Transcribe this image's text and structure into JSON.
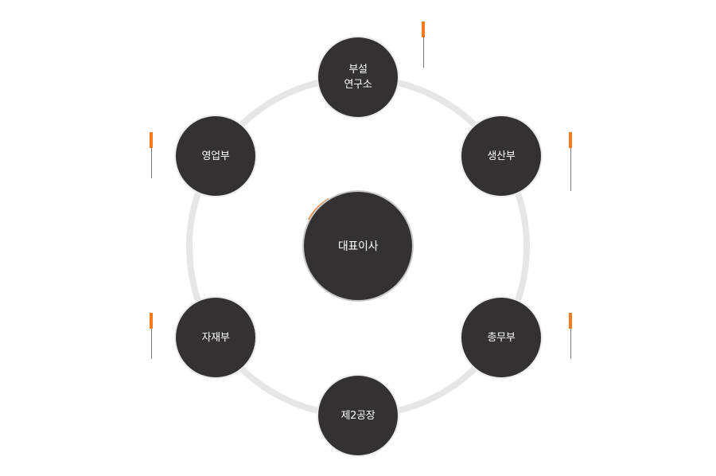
{
  "org_chart": {
    "center": {
      "label": "대표이사",
      "accent_color": "#f47a1f"
    },
    "departments": [
      {
        "id": "research",
        "label": "부설\n연구소"
      },
      {
        "id": "production",
        "label": "생산부"
      },
      {
        "id": "general-affairs",
        "label": "총무부"
      },
      {
        "id": "factory2",
        "label": "제2공장"
      },
      {
        "id": "materials",
        "label": "자재부"
      },
      {
        "id": "sales",
        "label": "영업부"
      }
    ],
    "colors": {
      "node_fill": "#333132",
      "ring": "#e6e6e6",
      "marker_accent": "#f47a1f",
      "marker_stem": "#777777"
    }
  }
}
